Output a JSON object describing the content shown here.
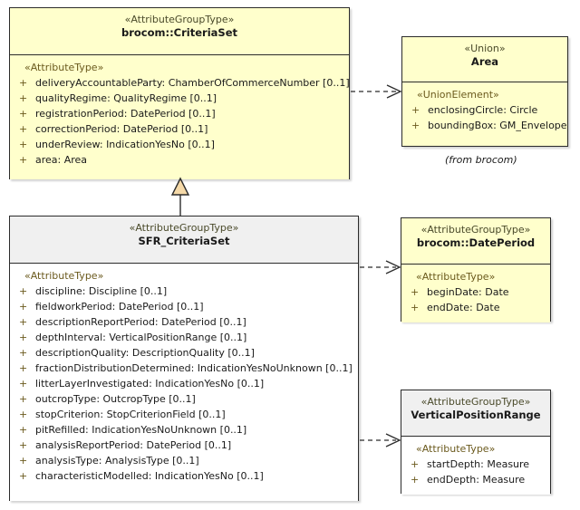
{
  "diagram": {
    "title": "SFR_CriteriaSet UML class diagram",
    "colors": {
      "class_fill_yellow": "#ffffcc",
      "class_fill_white": "#ffffff",
      "header_gray": "#f0f0f0",
      "border": "#2b2b2b",
      "generalization_fill": "#f5d9a8",
      "stereotype_text": "#6b5a1e",
      "background": "#ffffff"
    }
  },
  "classes": {
    "criteria_set": {
      "stereotype": "«AttributeGroupType»",
      "name": "brocom::CriteriaSet",
      "compartment_stereotype": "«AttributeType»",
      "attributes": [
        {
          "visibility": "+",
          "text": "deliveryAccountableParty: ChamberOfCommerceNumber [0..1]"
        },
        {
          "visibility": "+",
          "text": "qualityRegime: QualityRegime [0..1]"
        },
        {
          "visibility": "+",
          "text": "registrationPeriod: DatePeriod [0..1]"
        },
        {
          "visibility": "+",
          "text": "correctionPeriod: DatePeriod [0..1]"
        },
        {
          "visibility": "+",
          "text": "underReview: IndicationYesNo [0..1]"
        },
        {
          "visibility": "+",
          "text": "area: Area"
        }
      ]
    },
    "area": {
      "stereotype": "«Union»",
      "name": "Area",
      "compartment_stereotype": "«UnionElement»",
      "attributes": [
        {
          "visibility": "+",
          "text": "enclosingCircle: Circle"
        },
        {
          "visibility": "+",
          "text": "boundingBox: GM_Envelope"
        }
      ],
      "note": "(from brocom)"
    },
    "sfr_criteria_set": {
      "stereotype": "«AttributeGroupType»",
      "name": "SFR_CriteriaSet",
      "compartment_stereotype": "«AttributeType»",
      "attributes": [
        {
          "visibility": "+",
          "text": "discipline: Discipline [0..1]"
        },
        {
          "visibility": "+",
          "text": "fieldworkPeriod: DatePeriod [0..1]"
        },
        {
          "visibility": "+",
          "text": "descriptionReportPeriod: DatePeriod [0..1]"
        },
        {
          "visibility": "+",
          "text": "depthInterval: VerticalPositionRange [0..1]"
        },
        {
          "visibility": "+",
          "text": "descriptionQuality: DescriptionQuality [0..1]"
        },
        {
          "visibility": "+",
          "text": "fractionDistributionDetermined: IndicationYesNoUnknown [0..1]"
        },
        {
          "visibility": "+",
          "text": "litterLayerInvestigated: IndicationYesNo [0..1]"
        },
        {
          "visibility": "+",
          "text": "outcropType: OutcropType [0..1]"
        },
        {
          "visibility": "+",
          "text": "stopCriterion: StopCriterionField [0..1]"
        },
        {
          "visibility": "+",
          "text": "pitRefilled: IndicationYesNoUnknown [0..1]"
        },
        {
          "visibility": "+",
          "text": "analysisReportPeriod: DatePeriod [0..1]"
        },
        {
          "visibility": "+",
          "text": "analysisType: AnalysisType [0..1]"
        },
        {
          "visibility": "+",
          "text": "characteristicModelled: IndicationYesNo [0..1]"
        }
      ]
    },
    "date_period": {
      "stereotype": "«AttributeGroupType»",
      "name": "brocom::DatePeriod",
      "compartment_stereotype": "«AttributeType»",
      "attributes": [
        {
          "visibility": "+",
          "text": "beginDate: Date"
        },
        {
          "visibility": "+",
          "text": "endDate: Date"
        }
      ]
    },
    "vertical_position_range": {
      "stereotype": "«AttributeGroupType»",
      "name": "VerticalPositionRange",
      "compartment_stereotype": "«AttributeType»",
      "attributes": [
        {
          "visibility": "+",
          "text": "startDepth: Measure"
        },
        {
          "visibility": "+",
          "text": "endDepth: Measure"
        }
      ]
    }
  },
  "relationships": [
    {
      "kind": "generalization",
      "from": "SFR_CriteriaSet",
      "to": "brocom::CriteriaSet"
    },
    {
      "kind": "dependency",
      "from": "brocom::CriteriaSet",
      "to": "Area"
    },
    {
      "kind": "dependency",
      "from": "SFR_CriteriaSet",
      "to": "brocom::DatePeriod"
    },
    {
      "kind": "dependency",
      "from": "SFR_CriteriaSet",
      "to": "VerticalPositionRange"
    }
  ]
}
